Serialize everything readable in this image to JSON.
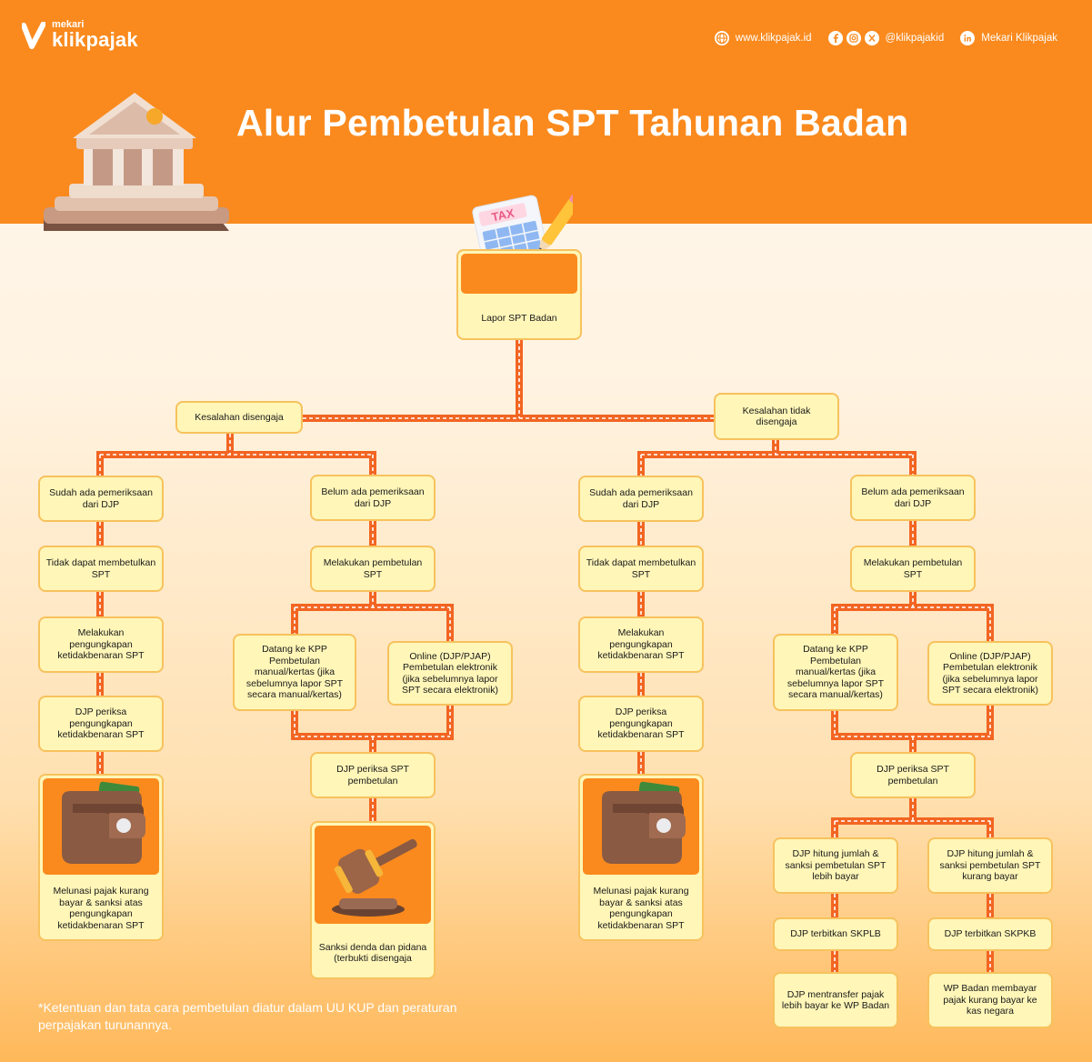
{
  "brand": {
    "sub": "mekari",
    "name": "klikpajak"
  },
  "header": {
    "website": "www.klikpajak.id",
    "handle": "@klikpajakid",
    "linkedin": "Mekari Klikpajak",
    "title": "Alur Pembetulan SPT Tahunan Badan"
  },
  "illustrations": {
    "tax_sheet_label": "TAX"
  },
  "icons": [
    "globe-icon",
    "facebook-icon",
    "instagram-icon",
    "x-icon",
    "linkedin-icon",
    "bank-building-icon",
    "tax-form-icon",
    "wallet-icon",
    "gavel-icon"
  ],
  "colors": {
    "orange": "#fa8a1e",
    "box_fill": "#fff6b8",
    "box_border": "#f7c25d",
    "connector": "#f26522"
  },
  "flow": {
    "root": "Lapor SPT Badan",
    "branch_left": "Kesalahan disengaja",
    "branch_right": "Kesalahan tidak disengaja",
    "left": {
      "a1": "Sudah ada pemeriksaan dari DJP",
      "a2": "Tidak dapat membetulkan SPT",
      "a3": "Melakukan pengungkapan ketidakbenaran SPT",
      "a4": "DJP periksa pengungkapan ketidakbenaran SPT",
      "a5": "Melunasi pajak kurang bayar & sanksi atas pengungkapan ketidakbenaran SPT",
      "b1": "Belum ada pemeriksaan dari DJP",
      "b2": "Melakukan pembetulan SPT",
      "b3": "Datang ke KPP Pembetulan manual/kertas (jika sebelumnya lapor SPT secara manual/kertas)",
      "b4": "Online (DJP/PJAP) Pembetulan elektronik (jika sebelumnya lapor SPT secara elektronik)",
      "b5": "DJP periksa SPT pembetulan",
      "b6": "Sanksi denda dan pidana (terbukti disengaja"
    },
    "right": {
      "a1": "Sudah ada pemeriksaan dari DJP",
      "a2": "Tidak dapat membetulkan SPT",
      "a3": "Melakukan pengungkapan ketidakbenaran SPT",
      "a4": "DJP periksa pengungkapan ketidakbenaran SPT",
      "a5": "Melunasi pajak kurang bayar & sanksi atas pengungkapan ketidakbenaran SPT",
      "b1": "Belum ada pemeriksaan dari DJP",
      "b2": "Melakukan pembetulan SPT",
      "b3": "Datang ke KPP Pembetulan manual/kertas (jika sebelumnya lapor SPT secara manual/kertas)",
      "b4": "Online (DJP/PJAP) Pembetulan elektronik (jika sebelumnya lapor SPT secara elektronik)",
      "b5": "DJP periksa SPT pembetulan",
      "b6": "DJP hitung jumlah & sanksi pembetulan SPT lebih bayar",
      "b7": "DJP hitung jumlah & sanksi pembetulan SPT kurang bayar",
      "b8": "DJP terbitkan SKPLB",
      "b9": "DJP terbitkan SKPKB",
      "b10": "DJP mentransfer pajak lebih bayar ke WP Badan",
      "b11": "WP Badan membayar pajak kurang bayar ke kas negara"
    }
  },
  "footnote": "*Ketentuan dan tata cara pembetulan diatur dalam UU KUP dan peraturan perpajakan turunannya."
}
